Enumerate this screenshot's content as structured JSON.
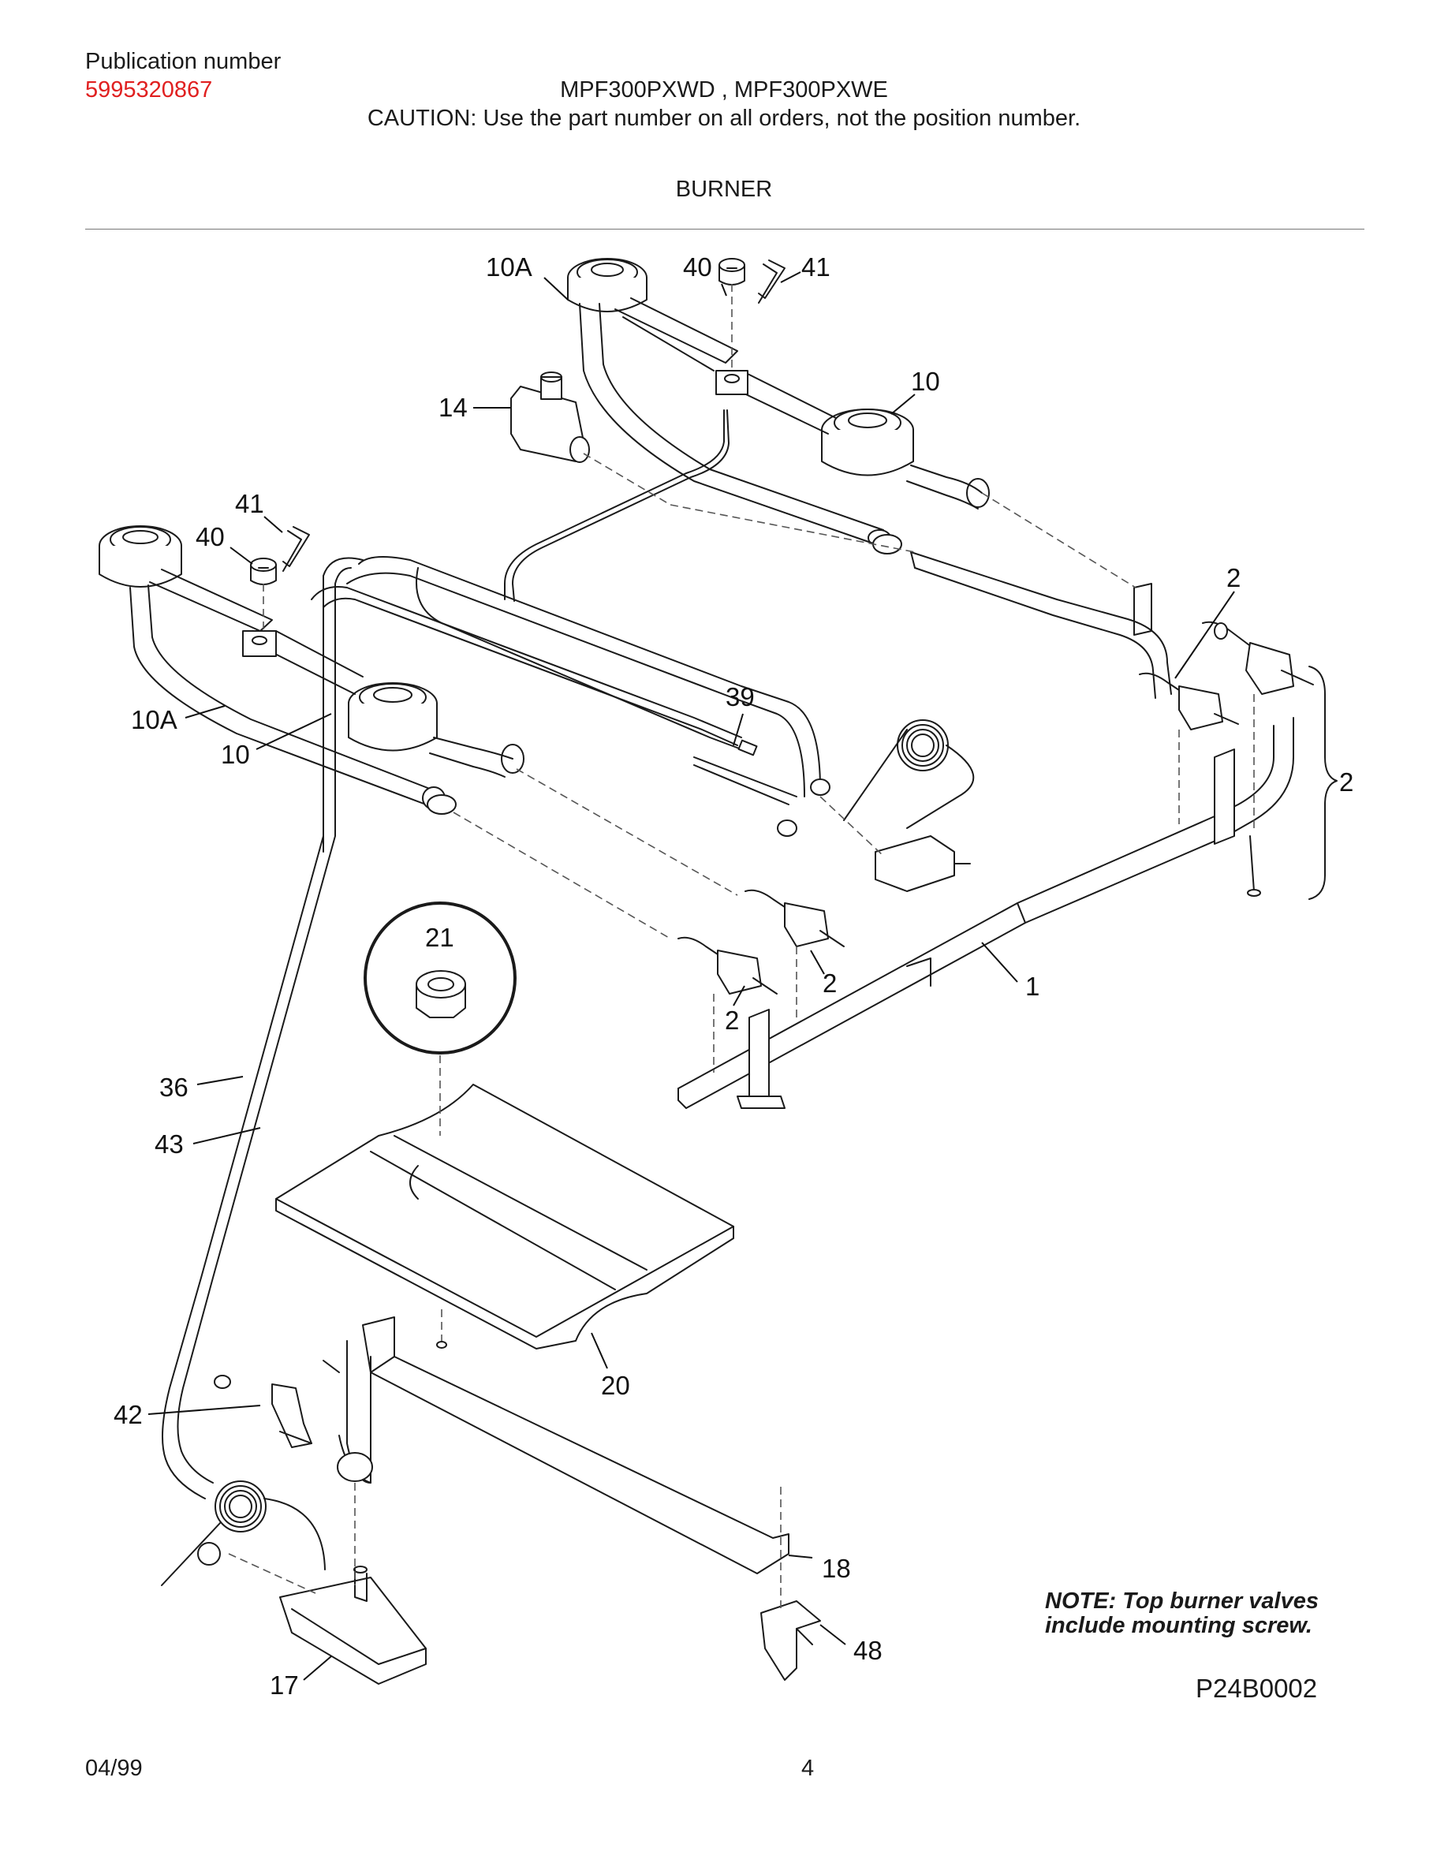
{
  "header": {
    "publication_label": "Publication number",
    "publication_number": "5995320867",
    "model": "MPF300PXWD , MPF300PXWE",
    "caution": "CAUTION:  Use the part number on all orders, not the position number.",
    "section_title": "BURNER"
  },
  "colors": {
    "publication_number": "#e02020",
    "linework": "#1a1a1a",
    "leader_dash": "#555555"
  },
  "callouts": {
    "c10a_top": "10A",
    "c40_top": "40",
    "c41_top": "41",
    "c14": "14",
    "c10_top": "10",
    "c41_left": "41",
    "c40_left": "40",
    "c10a_left": "10A",
    "c10_left": "10",
    "c39": "39",
    "c2_right_top": "2",
    "c2_brace": "2",
    "c2_mid_a": "2",
    "c2_mid_b": "2",
    "c1": "1",
    "c21": "21",
    "c36": "36",
    "c43": "43",
    "c20": "20",
    "c42": "42",
    "c18": "18",
    "c48": "48",
    "c17": "17"
  },
  "note": {
    "line1": "NOTE: Top burner valves",
    "line2": "include mounting screw."
  },
  "drawing_code": "P24B0002",
  "footer": {
    "date": "04/99",
    "page_number": "4"
  }
}
